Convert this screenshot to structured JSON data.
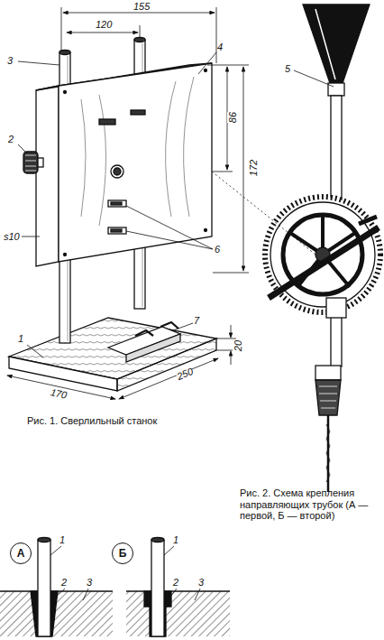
{
  "diagram": {
    "caption": "Рис. 1. Сверлильный станок",
    "nodes": [
      {
        "text": [
          "А"
        ]
      },
      {
        "text": [
          "Б"
        ]
      }
    ],
    "labels": [
      "155",
      "120",
      "3",
      "4",
      "2",
      "86",
      "172",
      "5",
      "s10",
      "6",
      "1",
      "7",
      "20",
      "250",
      "170",
      "Рис. 2. Схема крепления направляющих трубок (А — первой, Б — второй)",
      "1",
      "2",
      "3",
      "1",
      "2",
      "3"
    ]
  }
}
